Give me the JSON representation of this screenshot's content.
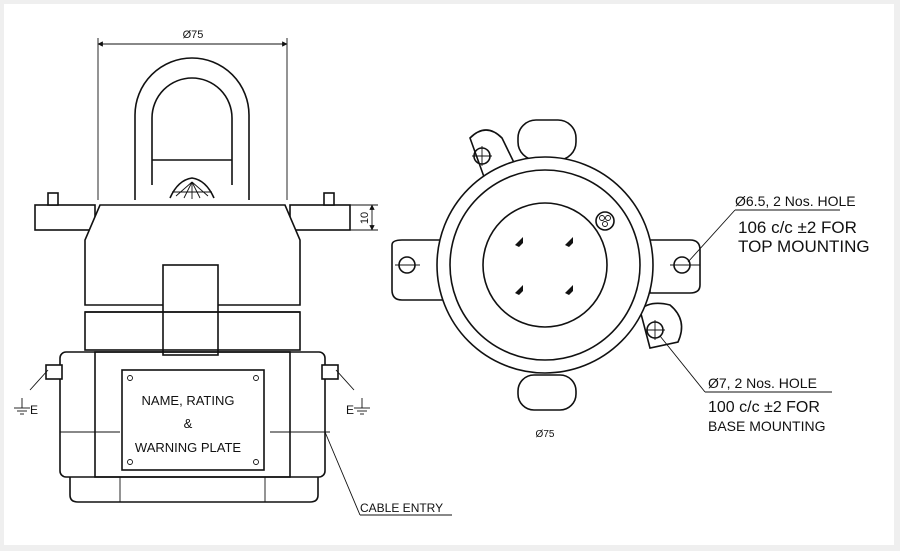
{
  "side_view": {
    "diameter_label": "Ø75",
    "height_label": "10",
    "earth_left": "E",
    "earth_right": "E",
    "plate_line1": "NAME, RATING",
    "plate_line2": "&",
    "plate_line3": "WARNING PLATE",
    "cable_entry": "CABLE ENTRY"
  },
  "top_view": {
    "diameter_label": "Ø75",
    "top_hole_line1": "Ø6.5, 2 Nos. HOLE",
    "top_hole_line2": "106 c/c ±2 FOR",
    "top_hole_line3": "TOP MOUNTING",
    "base_hole_line1": "Ø7, 2 Nos. HOLE",
    "base_hole_line2": "100 c/c ±2 FOR",
    "base_hole_line3": "BASE MOUNTING"
  }
}
